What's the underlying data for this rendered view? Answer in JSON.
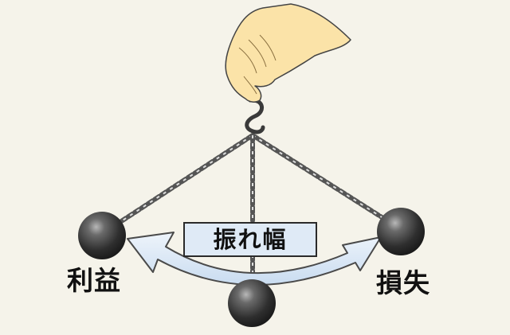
{
  "labels": {
    "left": "利益",
    "right": "損失",
    "center": "振れ幅"
  },
  "colors": {
    "background": "#f5f3ea",
    "arrow_fill": "#dbe8f5",
    "arrow_stroke": "#4a4a4a",
    "label_box_fill": "#dfeaf6",
    "ball": "#333333",
    "chain": "#555555",
    "hand": "#fbe3a8"
  },
  "icons": {
    "hand": "hand-holding-hook-icon",
    "hook": "s-hook-icon",
    "weight": "iron-ball-icon"
  }
}
